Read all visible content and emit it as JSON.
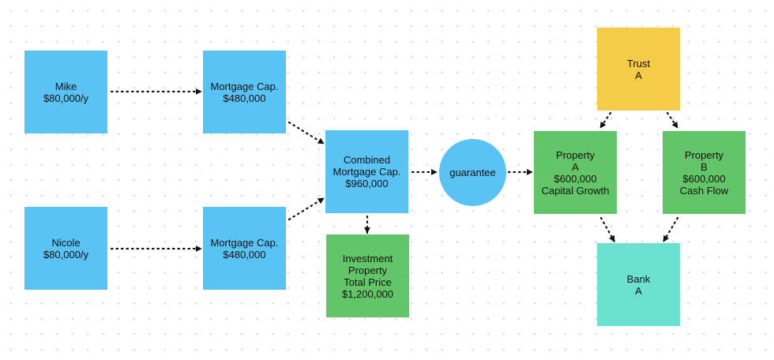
{
  "colors": {
    "blue": "#59c3f6",
    "green": "#62c567",
    "yellow": "#f5cc47",
    "teal": "#6be2cf",
    "connector": "#111111"
  },
  "nodes": {
    "mike": {
      "line1": "Mike",
      "line2": "$80,000/y"
    },
    "nicole": {
      "line1": "Nicole",
      "line2": "$80,000/y"
    },
    "mortgage_mike": {
      "line1": "Mortgage Cap.",
      "line2": "$480,000"
    },
    "mortgage_nicole": {
      "line1": "Mortgage Cap.",
      "line2": "$480,000"
    },
    "combined": {
      "line1": "Combined",
      "line2": "Mortgage Cap.",
      "line3": "$960,000"
    },
    "investment": {
      "line1": "Investment",
      "line2": "Property",
      "line3": "Total Price",
      "line4": "$1,200,000"
    },
    "guarantee": {
      "line1": "guarantee"
    },
    "property_a": {
      "line1": "Property",
      "line2": "A",
      "line3": "$600,000",
      "line4": "Capital Growth"
    },
    "property_b": {
      "line1": "Property",
      "line2": "B",
      "line3": "$600,000",
      "line4": "Cash Flow"
    },
    "trust": {
      "line1": "Trust",
      "line2": "A"
    },
    "bank": {
      "line1": "Bank",
      "line2": "A"
    }
  }
}
